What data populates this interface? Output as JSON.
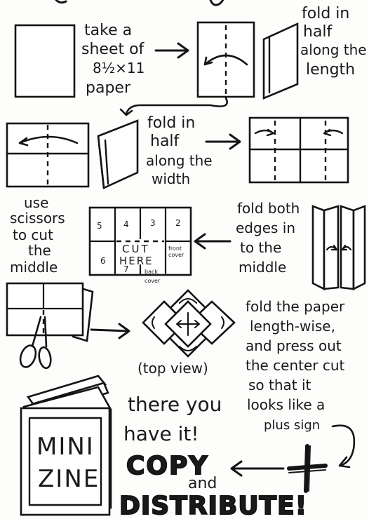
{
  "title_fragment": "",
  "steps": {
    "step1": {
      "lines": [
        "take a",
        "sheet of",
        "8½×11",
        "paper"
      ]
    },
    "step2": {
      "lines": [
        "fold in",
        "half",
        "along the",
        "length"
      ]
    },
    "step3": {
      "lines": [
        "fold in",
        "half",
        "along the",
        "width"
      ]
    },
    "step4": {
      "lines": [
        "use",
        "scissors",
        "to cut",
        "the",
        "middle"
      ]
    },
    "step5": {
      "lines": [
        "fold both",
        "edges in",
        "to the",
        "middle"
      ]
    },
    "step6": {
      "lines": [
        "fold the paper",
        "length-wise,",
        "and press out",
        "the center cut",
        "so that it",
        "looks like a",
        "plus sign"
      ]
    },
    "top_view": "(top view)"
  },
  "grid": {
    "pages": [
      "5",
      "4",
      "3",
      "2",
      "6",
      "7"
    ],
    "cut_line1": "CUT",
    "cut_line2": "HERE",
    "front_cover": [
      "front",
      "cover"
    ],
    "back_cover": [
      "back",
      "cover"
    ]
  },
  "finale": {
    "line1": "there you",
    "line2": "have it!",
    "copy": "COPY",
    "and": "and",
    "distribute": "DISTRIBUTE!"
  },
  "booklet": {
    "line1": "MINI",
    "line2": "ZINE"
  },
  "colors": {
    "ink": "#141414",
    "paper": "#ffffff",
    "background": "#fdfdfc"
  }
}
